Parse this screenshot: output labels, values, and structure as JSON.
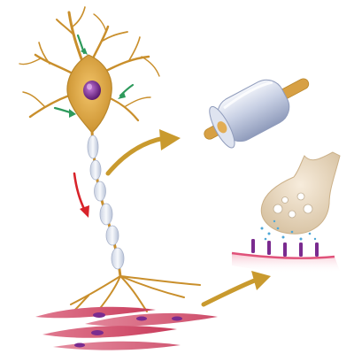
{
  "illustration": {
    "colors": {
      "background": "#ffffff",
      "neuron_body": "#d9a441",
      "neuron_outline": "#b8862b",
      "nucleus": "#7a2b8f",
      "myelin": "#e8ecf4",
      "flow_arrow_green": "#2e9a5c",
      "signal_arrow_red": "#d8232a",
      "callout_arrow": "#c99a2e",
      "synaptic_terminal": "#ecdcc4",
      "postsynaptic_membrane": "#e0527a",
      "muscle_cells": "#d04a6a"
    },
    "icons": [
      "neuron",
      "myelin-sheath",
      "synaptic-terminal",
      "muscle-fibers"
    ]
  }
}
